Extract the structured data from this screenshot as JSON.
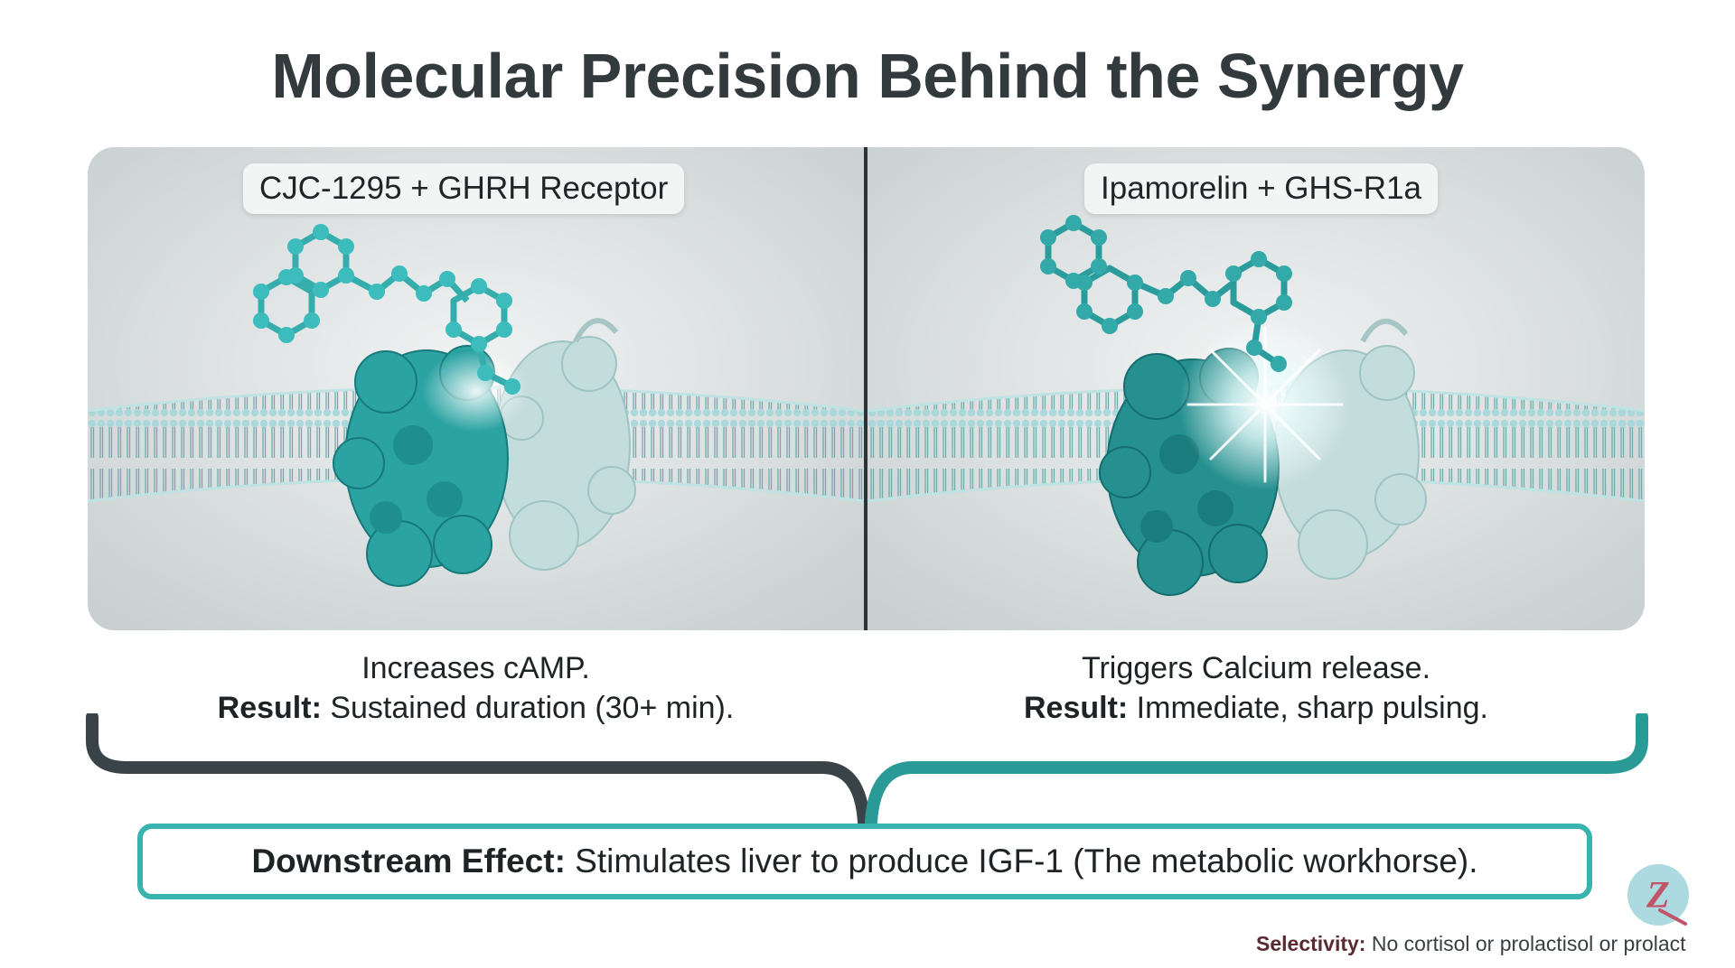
{
  "title": "Molecular Precision Behind the Synergy",
  "panels": [
    {
      "label": "CJC-1295 + GHRH Receptor",
      "caption_line1": "Increases cAMP.",
      "result_label": "Result:",
      "result_text": " Sustained duration (30+ min)."
    },
    {
      "label": "Ipamorelin + GHS-R1a",
      "caption_line1": "Triggers Calcium release.",
      "result_label": "Result:",
      "result_text": " Immediate, sharp pulsing."
    }
  ],
  "downstream": {
    "label": "Downstream Effect:",
    "text": " Stimulates liver to produce IGF-1 (The metabolic workhorse)."
  },
  "footnote": {
    "label": "Selectivity:",
    "text": " No cortisol or prolactisol or prolact"
  },
  "colors": {
    "teal": "#38b3ad",
    "dark": "#333a3e",
    "membrane": "#7cc4c6",
    "protein_dark": "#1e8f90",
    "protein_light": "#b8d6d6"
  },
  "icons": {
    "logo": "zq-logo-icon"
  }
}
